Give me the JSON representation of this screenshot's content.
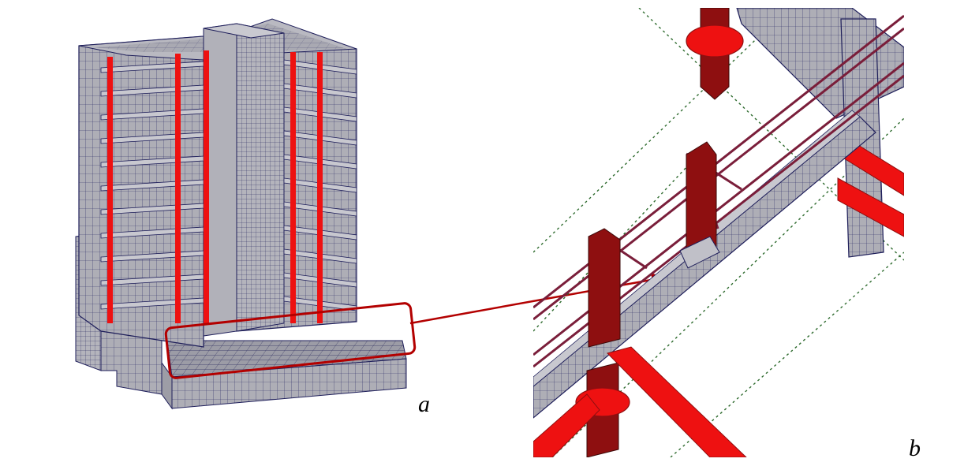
{
  "figure": {
    "panel_a_label": "a",
    "panel_b_label": "b"
  },
  "building": {
    "floors": 11,
    "front_grid_columns": 2,
    "side_grid_columns": 3
  },
  "colors": {
    "mesh_fill": "#a9a9b1",
    "mesh_light": "#c8c8cf",
    "mesh_line": "#1e1e5a",
    "column_red": "#ee1111",
    "column_dark": "#8e0f10",
    "callout": "#b30000",
    "grid_dashed": "#2e6b2e",
    "strut": "#7a1e3a"
  },
  "icons": {
    "callout_arrow": "arrow-right-icon"
  }
}
